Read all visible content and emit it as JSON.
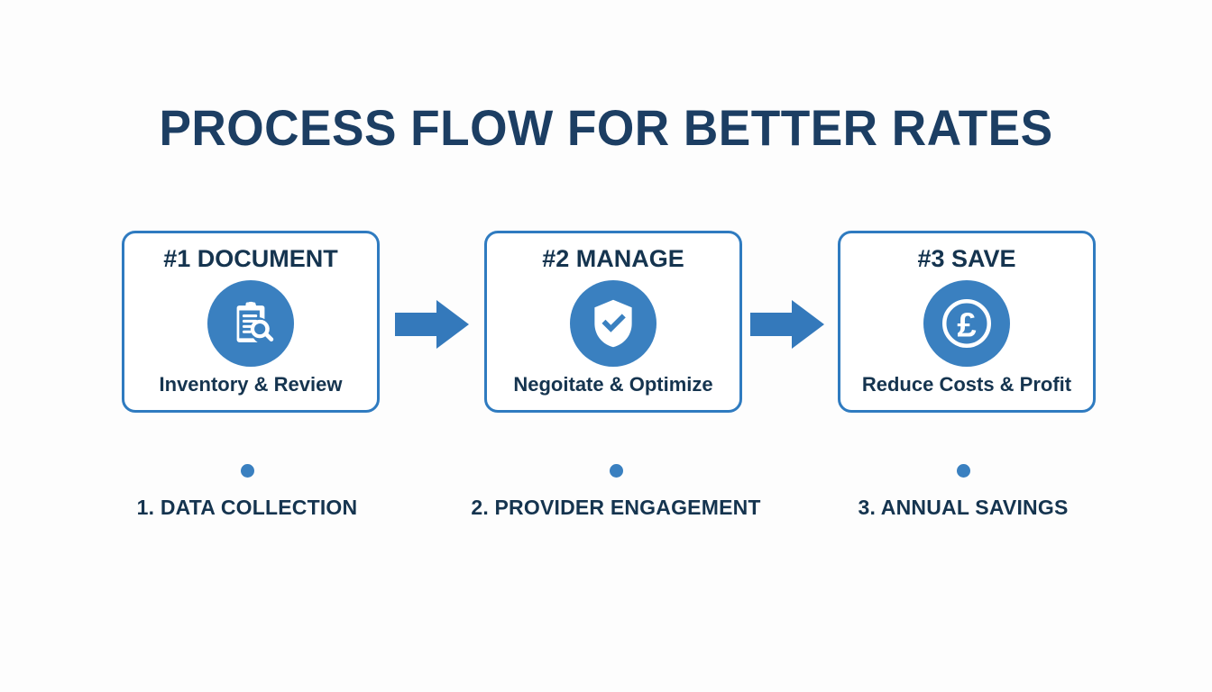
{
  "page": {
    "title": "PROCESS FLOW FOR BETTER RATES",
    "background_color": "#fdfdfd",
    "title_color": "#1c3e63"
  },
  "theme": {
    "accent_blue": "#3a80c0",
    "border_blue": "#2f7bc0",
    "navy_text": "#15344f"
  },
  "cards": [
    {
      "title": "#1 DOCUMENT",
      "icon": "clipboard-search-icon",
      "caption": "Inventory & Review"
    },
    {
      "title": "#2 MANAGE",
      "icon": "shield-check-icon",
      "caption": "Negoitate & Optimize"
    },
    {
      "title": "#3 SAVE",
      "icon": "pound-coin-icon",
      "caption": "Reduce Costs & Profit"
    }
  ],
  "arrows": [
    {
      "icon": "arrow-right-icon"
    },
    {
      "icon": "arrow-right-icon"
    }
  ],
  "steps": [
    {
      "label": "1. DATA COLLECTION"
    },
    {
      "label": "2. PROVIDER ENGAGEMENT"
    },
    {
      "label": "3. ANNUAL SAVINGS"
    }
  ]
}
